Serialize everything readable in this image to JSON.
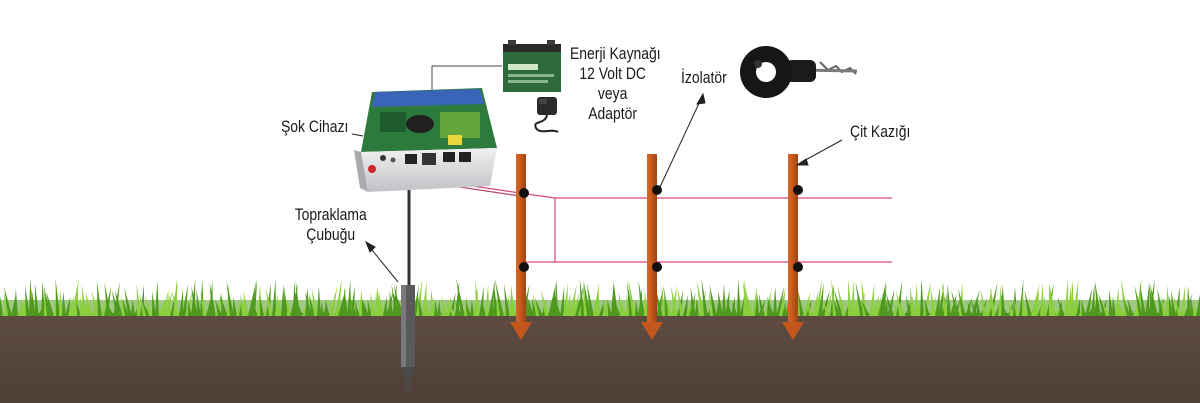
{
  "labels": {
    "shock_device": "Şok Cihazı",
    "power_source": [
      "Enerji Kaynağı",
      "12 Volt DC",
      "veya",
      "Adaptör"
    ],
    "insulator": "İzolatör",
    "fence_post": "Çit Kazığı",
    "grounding_rod": [
      "Topraklama",
      "Çubuğu"
    ]
  },
  "colors": {
    "soil": "#5a4940",
    "grass": "#4f9a1e",
    "grass_light": "#8ccf3c",
    "post": "#c3571b",
    "wire": "#d84a7a",
    "device_body": "#d9dadc",
    "battery": "#2f6b3a",
    "ground_rod": "#555555"
  },
  "icons": {
    "shock_device": "energizer-box-icon",
    "battery": "battery-icon",
    "adapter": "power-adapter-icon",
    "insulator": "insulator-icon",
    "post": "fence-post-icon",
    "ground_rod": "ground-rod-icon"
  }
}
